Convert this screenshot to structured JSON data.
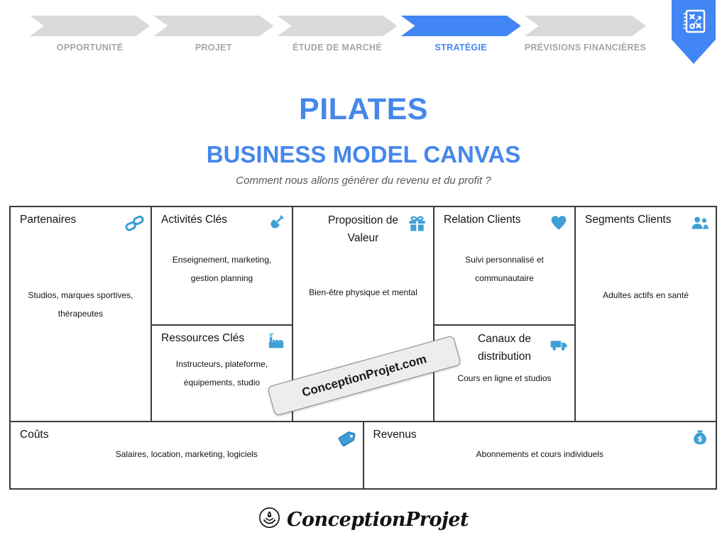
{
  "nav": {
    "steps": [
      {
        "label": "OPPORTUNITÉ",
        "active": false
      },
      {
        "label": "PROJET",
        "active": false
      },
      {
        "label": "ÉTUDE DE MARCHÉ",
        "active": false
      },
      {
        "label": "STRATÉGIE",
        "active": true
      },
      {
        "label": "PRÉVISIONS FINANCIÈRES",
        "active": false
      }
    ],
    "bookmark_icon": "strategy-playbook-icon"
  },
  "header": {
    "title": "PILATES",
    "subtitle": "BUSINESS MODEL CANVAS",
    "tagline": "Comment nous allons générer du revenu et du profit ?"
  },
  "canvas": {
    "cells": {
      "partenaires": {
        "title": "Partenaires",
        "icon": "chain-link-icon",
        "body": "Studios, marques sportives,\nthérapeutes"
      },
      "activites": {
        "title": "Activités Clés",
        "icon": "shovel-icon",
        "body": "Enseignement, marketing,\ngestion planning"
      },
      "proposition": {
        "title": "Proposition de\nValeur",
        "icon": "gift-icon",
        "body": "Bien-être physique et mental"
      },
      "relation": {
        "title": "Relation Clients",
        "icon": "heart-icon",
        "body": "Suivi personnalisé et\ncommunautaire"
      },
      "segments": {
        "title": "Segments Clients",
        "icon": "users-icon",
        "body": "Adultes actifs en santé"
      },
      "ressources": {
        "title": "Ressources Clés",
        "icon": "factory-icon",
        "body": "Instructeurs, plateforme,\néquipements, studio"
      },
      "canaux": {
        "title": "Canaux de\ndistribution",
        "icon": "truck-icon",
        "body": "Cours en ligne et studios"
      },
      "couts": {
        "title": "Coûts",
        "icon": "price-tag-icon",
        "body": "Salaires, location, marketing, logiciels"
      },
      "revenus": {
        "title": "Revenus",
        "icon": "money-bag-icon",
        "body": "Abonnements et cours individuels"
      }
    }
  },
  "watermark": {
    "text": "ConceptionProjet.com"
  },
  "footer": {
    "brand": "ConceptionProjet",
    "icon": "hand-rocket-icon"
  },
  "colors": {
    "accent_blue": "#4285F4",
    "title_blue": "#4687EA",
    "icon_blue": "#3E9FD6",
    "arrow_gray": "#D9D9D9",
    "label_gray": "#A6A6A6",
    "border_dark": "#3B3B3B"
  }
}
